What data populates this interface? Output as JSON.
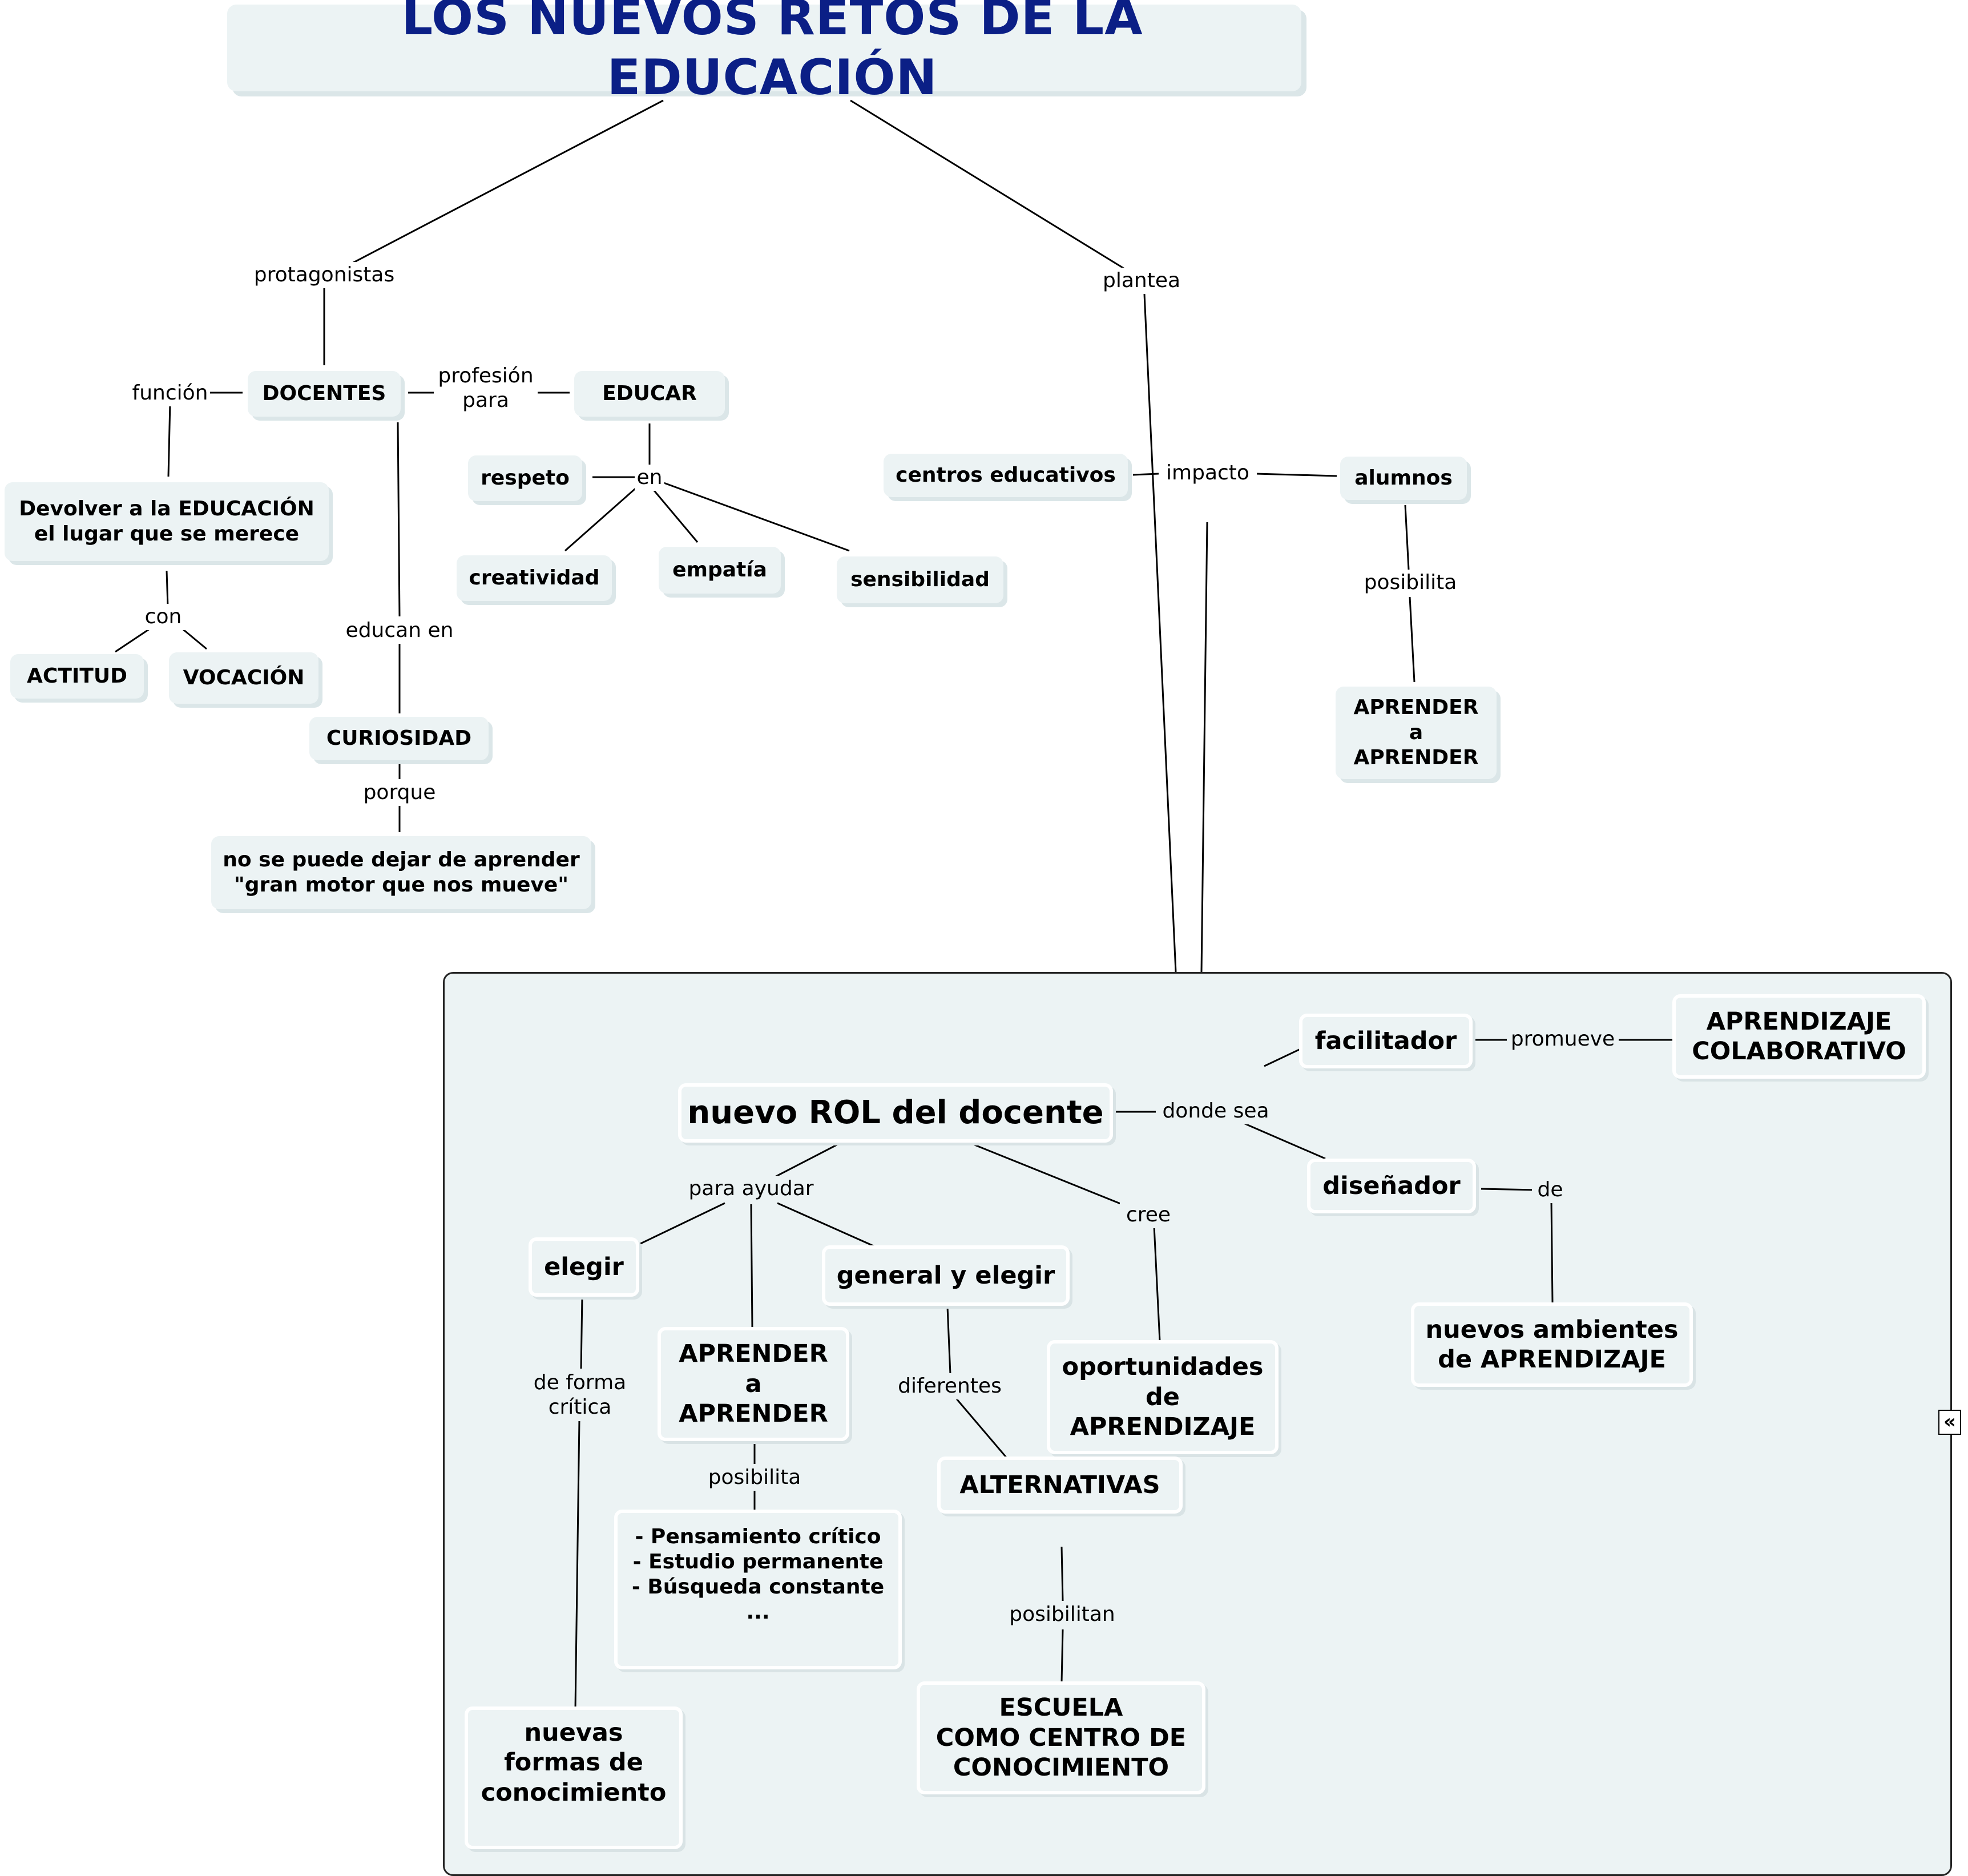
{
  "title": "LOS NUEVOS RETOS DE LA EDUCACIÓN",
  "concepts": {
    "docentes": "DOCENTES",
    "educar": "EDUCAR",
    "devolver": "Devolver a la EDUCACIÓN\nel lugar que se merece",
    "actitud": "ACTITUD",
    "vocacion": "VOCACIÓN",
    "respeto": "respeto",
    "creatividad": "creatividad",
    "empatia": "empatía",
    "sensibilidad": "sensibilidad",
    "curiosidad": "CURIOSIDAD",
    "no_se_puede": "no se puede dejar de aprender\n\"gran motor que nos mueve\"",
    "centros": "centros educativos",
    "alumnos": "alumnos",
    "aprender_top": "APRENDER\na\nAPRENDER",
    "nuevo_rol": "nuevo ROL del docente",
    "facilitador": "facilitador",
    "aprendizaje_colab": "APRENDIZAJE\nCOLABORATIVO",
    "disenador": "diseñador",
    "nuevos_ambientes": "nuevos ambientes\nde APRENDIZAJE",
    "elegir": "elegir",
    "aprender_inner": "APRENDER\na\nAPRENDER",
    "general_elegir": "general y elegir",
    "oportunidades": "oportunidades\nde\nAPRENDIZAJE",
    "pensamiento": "- Pensamiento crítico\n- Estudio permanente\n- Búsqueda constante\n...",
    "alternativas": "ALTERNATIVAS",
    "escuela": "ESCUELA\nCOMO CENTRO DE\nCONOCIMIENTO",
    "nuevas_formas": "nuevas\nformas de\nconocimiento"
  },
  "links": {
    "protagonistas": "protagonistas",
    "plantea": "plantea",
    "funcion": "función",
    "profesion_para": "profesión\npara",
    "en": "en",
    "con": "con",
    "educan_en": "educan en",
    "porque": "porque",
    "impacto": "impacto",
    "posibilita_top": "posibilita",
    "donde_sea": "donde sea",
    "promueve": "promueve",
    "de": "de",
    "para_ayudar": "para ayudar",
    "cree": "cree",
    "de_forma_critica": "de forma\ncrítica",
    "posibilita_inner": "posibilita",
    "diferentes": "diferentes",
    "posibilitan": "posibilitan"
  },
  "collapse_icon": "«",
  "colors": {
    "node_fill": "#ecf3f4",
    "title_text": "#0b1f86",
    "line": "#000000"
  }
}
